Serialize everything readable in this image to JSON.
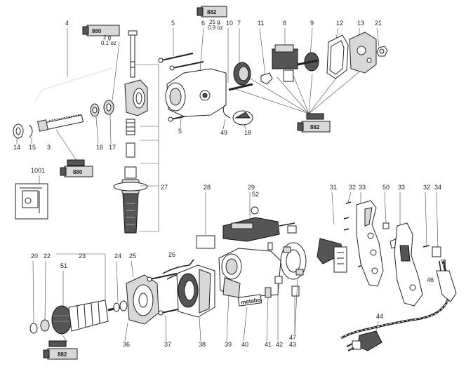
{
  "labels": {
    "p4": "4",
    "p5a": "5",
    "p6": "6",
    "p7": "7",
    "p8": "8",
    "p9": "9",
    "p10": "10",
    "p11": "11",
    "p12": "12",
    "p13": "13",
    "p21": "21",
    "p14": "14",
    "p15": "15",
    "p3": "3",
    "p16": "16",
    "p17": "17",
    "p5b": "5",
    "p49": "49",
    "p18": "18",
    "p1001": "1001",
    "p27": "27",
    "p28": "28",
    "p29": "29",
    "p52": "52",
    "p31": "31",
    "p32a": "32",
    "p33a": "33",
    "p50": "50",
    "p33b": "33",
    "p32b": "32",
    "p34": "34",
    "p46": "46",
    "p20": "20",
    "p22": "22",
    "p23": "23",
    "p51": "51",
    "p24": "24",
    "p25": "25",
    "p26": "26",
    "p36": "36",
    "p37": "37",
    "p38": "38",
    "p39": "39",
    "p40": "40",
    "p41": "41",
    "p42": "42",
    "p47": "47",
    "p43": "43",
    "p44": "44"
  },
  "tubes": {
    "t1": "880",
    "t2": "882",
    "t3": "882",
    "t4": "880",
    "t5": "882"
  },
  "notes": {
    "amount1a": "2 g",
    "amount1b": "0.1 oz",
    "amount2a": "25 g",
    "amount2b": "0.9 oz"
  },
  "brand": "metabo",
  "icons": {
    "grease-tube": "grease-tube-icon",
    "cable": "power-cord-icon"
  }
}
